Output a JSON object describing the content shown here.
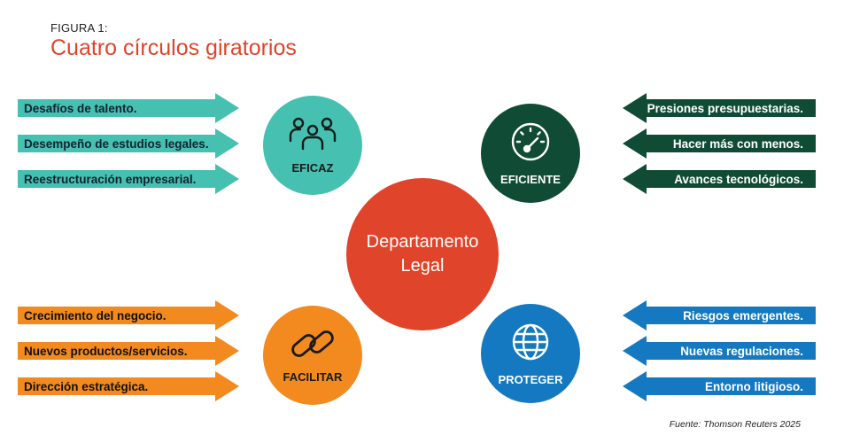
{
  "header": {
    "figure_label": "FIGURA 1:",
    "title": "Cuatro círculos giratorios"
  },
  "colors": {
    "teal": "#46c0b0",
    "dark_green": "#104b36",
    "orange": "#f28a1f",
    "blue": "#1479c0",
    "red": "#e0442a"
  },
  "center": {
    "line1": "Departamento",
    "line2": "Legal"
  },
  "quadrants": {
    "eficaz": {
      "label": "EFICAZ",
      "icon": "people-group-icon",
      "arrows": [
        "Desafíos de talento.",
        "Desempeño de estudios legales.",
        "Reestructuración empresarial."
      ]
    },
    "eficiente": {
      "label": "EFICIENTE",
      "icon": "gauge-icon",
      "arrows": [
        "Presiones presupuestarias.",
        "Hacer más con menos.",
        "Avances tecnológicos."
      ]
    },
    "facilitar": {
      "label": "FACILITAR",
      "icon": "link-chain-icon",
      "arrows": [
        "Crecimiento del negocio.",
        "Nuevos productos/servicios.",
        "Dirección estratégica."
      ]
    },
    "proteger": {
      "label": "PROTEGER",
      "icon": "globe-icon",
      "arrows": [
        "Riesgos emergentes.",
        "Nuevas regulaciones.",
        "Entorno litigioso."
      ]
    }
  },
  "source": "Fuente: Thomson Reuters 2025"
}
